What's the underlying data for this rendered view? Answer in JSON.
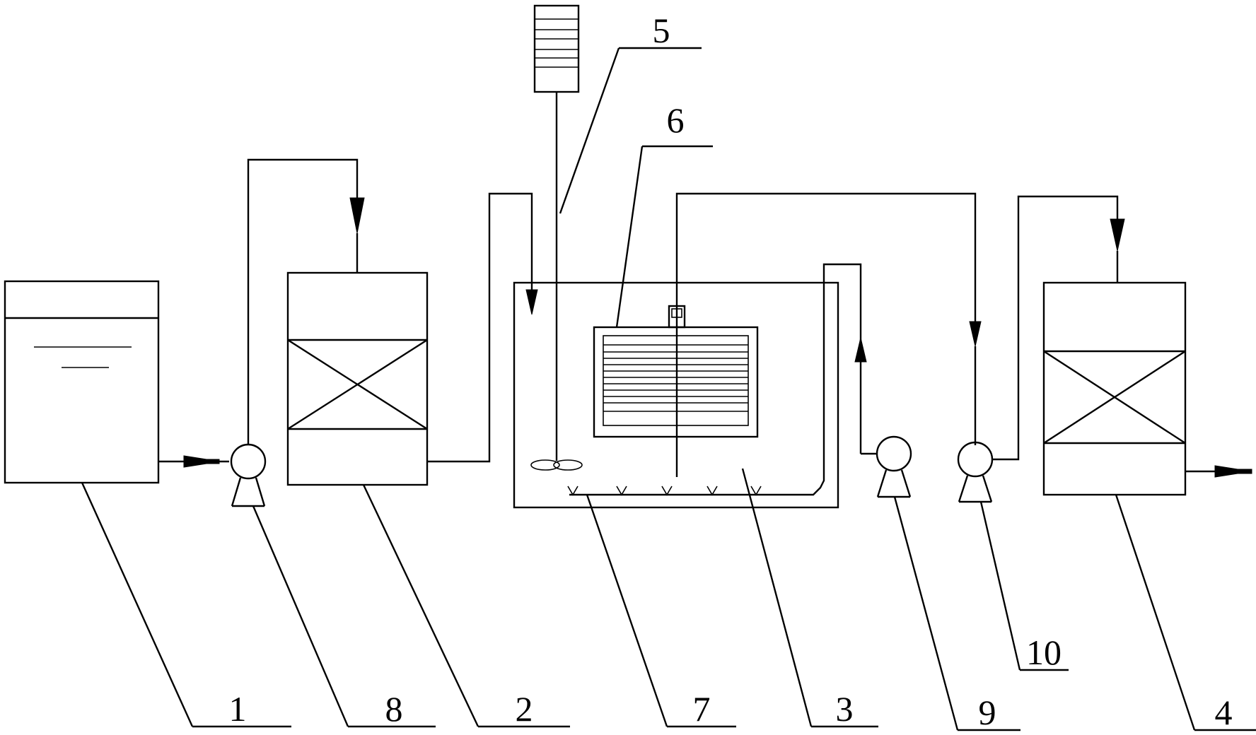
{
  "labels": {
    "tank_1": "1",
    "reactor_2": "2",
    "bioreactor_3": "3",
    "reactor_4": "4",
    "motor_5": "5",
    "membrane_6": "6",
    "aerator_7": "7",
    "pump_8": "8",
    "pump_9": "9",
    "pump_10": "10"
  }
}
